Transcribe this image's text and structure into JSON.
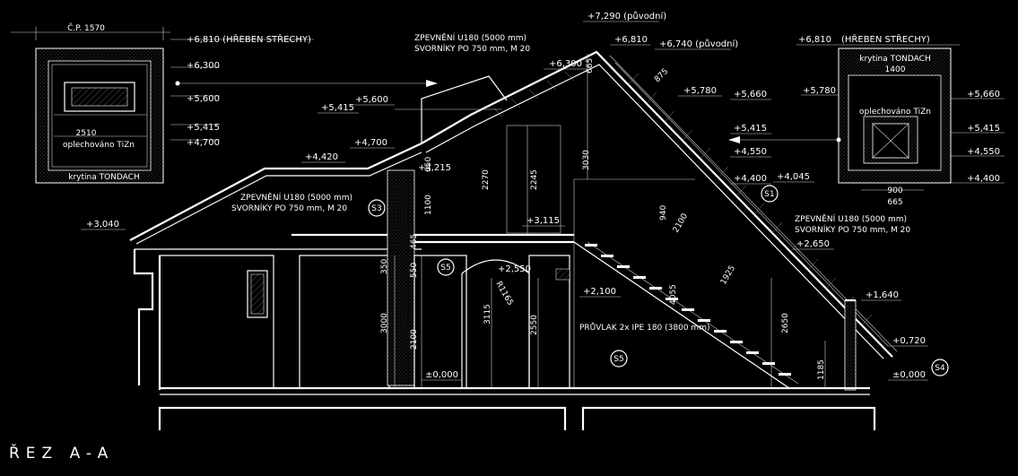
{
  "title": "ŘEZ A-A",
  "levels": {
    "l7290": "+7,290 (původní)",
    "l6810c": "+6,810",
    "l6740": "+6,740 (původní)",
    "l6300c": "+6,300",
    "l5780c": "+5,780",
    "l5660c": "+5,660",
    "l5600c": "+5,600",
    "l5415c": "+5,415",
    "l5415r": "+5,415",
    "l4700c": "+4,700",
    "l4550c": "+4,550",
    "l4420": "+4,420",
    "l4400c": "+4,400",
    "l4215": "+4,215",
    "l4045": "+4,045",
    "l3115": "+3,115",
    "l3040": "+3,040",
    "l2650": "+2,650",
    "l2550": "+2,550",
    "l2100": "+2,100",
    "l1640": "+1,640",
    "l0720": "+0,720",
    "l0000a": "±0,000",
    "l0000b": "±0,000"
  },
  "left_detail": {
    "header": "Č.P. 1570",
    "l6810": "+6,810 (HŘEBEN STŘECHY)",
    "l6300": "+6,300",
    "l5600": "+5,600",
    "l5415": "+5,415",
    "l4700": "+4,700",
    "width": "2510",
    "flashing": "oplechováno TiZn",
    "roofing": "krytina TONDACH"
  },
  "right_detail": {
    "l6810": "+6,810",
    "ridge_label": "(HŘEBEN STŘECHY)",
    "roofing": "krytina TONDACH",
    "width_top": "1400",
    "l5780": "+5,780",
    "flashing": "oplechováno TiZn",
    "l5660": "+5,660",
    "l5415": "+5,415",
    "l4550": "+4,550",
    "l4400": "+4,400",
    "width_a": "900",
    "width_b": "665"
  },
  "notes": {
    "top_line1": "ZPEVNĚNÍ U180 (5000 mm)",
    "top_line2": "SVORNÍKY PO 750 mm, M 20",
    "left_line1": "ZPEVNĚNÍ U180 (5000 mm)",
    "left_line2": "SVORNÍKY PO 750 mm, M 20",
    "right_line1": "ZPEVNĚNÍ U180 (5000 mm)",
    "right_line2": "SVORNÍKY PO 750 mm, M 20",
    "beam": "PRŮVLAK 2x IPE 180 (3800 mm)"
  },
  "dims": {
    "d875": "875",
    "d665": "665",
    "d3030": "3030",
    "d2270": "2270",
    "d2245": "2245",
    "d650": "650",
    "d1100": "1100",
    "d940": "940",
    "d2100a": "2100",
    "d1925": "1925",
    "d4055": "4055",
    "d350": "350",
    "d550": "550",
    "d465": "465",
    "d3000": "3000",
    "d2100b": "2100",
    "d3115": "3115",
    "d2550": "2550",
    "d2650": "2650",
    "d1185": "1185",
    "r1165": "R1165"
  },
  "sections": {
    "s1": "S1",
    "s3": "S3",
    "s4": "S4",
    "s5a": "S5",
    "s5b": "S5"
  }
}
